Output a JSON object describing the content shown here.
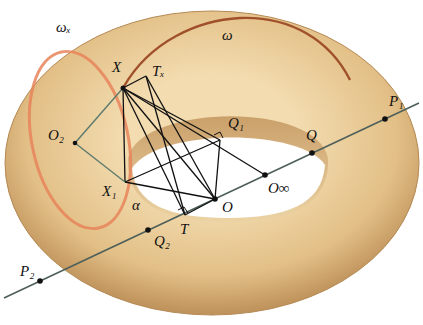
{
  "diagram": {
    "labels": [
      "ωₓ",
      "X",
      "Tₓ",
      "ω",
      "O₂",
      "Q₁",
      "Q",
      "P₁",
      "X₁",
      "O∞",
      "α",
      "O",
      "T",
      "Q₂",
      "P₂"
    ]
  }
}
